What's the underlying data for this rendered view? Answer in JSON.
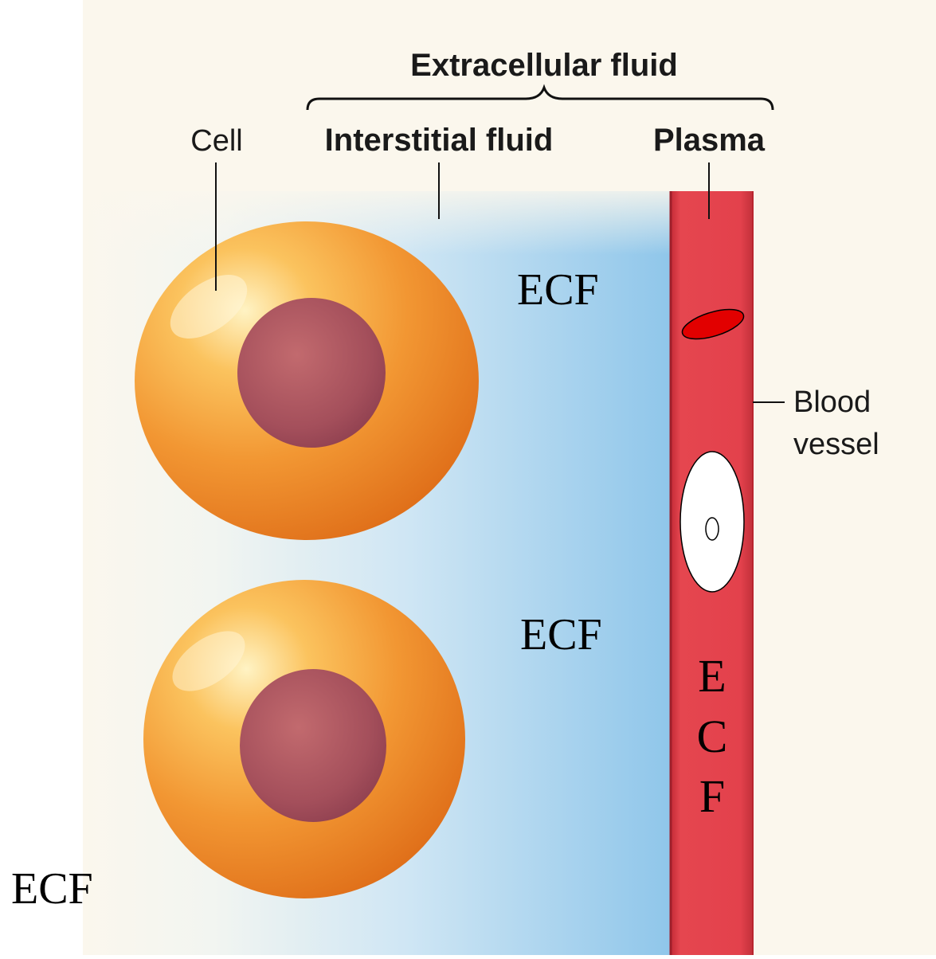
{
  "labels": {
    "extracellular_fluid": "Extracellular fluid",
    "cell": "Cell",
    "interstitial_fluid": "Interstitial fluid",
    "plasma": "Plasma",
    "blood_vessel_line1": "Blood",
    "blood_vessel_line2": "vessel",
    "ecf_upper": "ECF",
    "ecf_middle": "ECF",
    "ecf_lower_left": "ECF",
    "ecf_vertical": [
      "E",
      "C",
      "F"
    ]
  },
  "colors": {
    "background_panel": "#fbf7ed",
    "interstitial_blue": "#a9d3ee",
    "vessel_red": "#e2404c",
    "vessel_edge": "#b9252f",
    "cell_orange": "#f08a25",
    "cell_highlight": "#ffe9a6",
    "nucleus": "#a94f5a",
    "rbc": "#e20000",
    "white_cell": "#ffffff",
    "ecf_text": "#000000"
  }
}
